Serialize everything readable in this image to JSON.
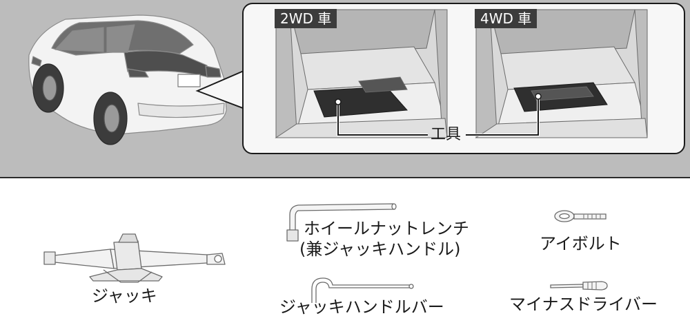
{
  "labels": {
    "tag_2wd": "2WD 車",
    "tag_4wd": "4WD 車",
    "tools": "工具",
    "jack": "ジャッキ",
    "wrench_line1": "ホイールナットレンチ",
    "wrench_line2": "(兼ジャッキハンドル)",
    "jack_handle_bar": "ジャッキハンドルバー",
    "eye_bolt": "アイボルト",
    "screwdriver": "マイナスドライバー"
  }
}
